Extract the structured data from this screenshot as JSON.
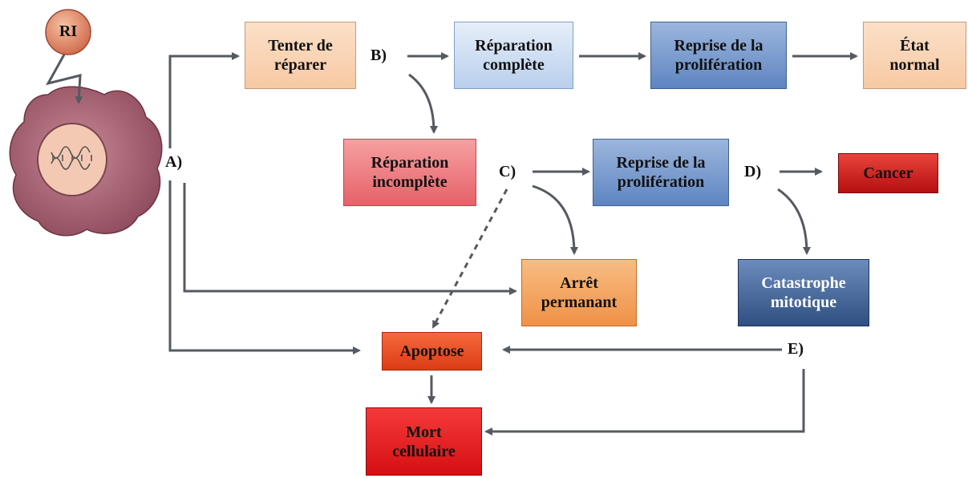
{
  "stimulus": {
    "label": "RI"
  },
  "boxes": {
    "tenter": {
      "line1": "Tenter de",
      "line2": "réparer"
    },
    "reparation_complete": {
      "line1": "Réparation",
      "line2": "complète"
    },
    "reprise1": {
      "line1": "Reprise de la",
      "line2": "prolifération"
    },
    "etat_normal": {
      "line1": "État",
      "line2": "normal"
    },
    "reparation_incomplete": {
      "line1": "Réparation",
      "line2": "incomplète"
    },
    "reprise2": {
      "line1": "Reprise de la",
      "line2": "prolifération"
    },
    "cancer": {
      "line1": "Cancer"
    },
    "arret": {
      "line1": "Arrêt",
      "line2": "permanant"
    },
    "catastrophe": {
      "line1": "Catastrophe",
      "line2": "mitotique"
    },
    "apoptose": {
      "line1": "Apoptose"
    },
    "mort": {
      "line1": "Mort",
      "line2": "cellulaire"
    }
  },
  "labels": {
    "a": "A)",
    "b": "B)",
    "c": "C)",
    "d": "D)",
    "e": "E)"
  },
  "colors": {
    "arrow": "#555a60",
    "cell": "#b06b7a",
    "nucleus": "#f3c9b4",
    "ri": "#e08f72"
  }
}
